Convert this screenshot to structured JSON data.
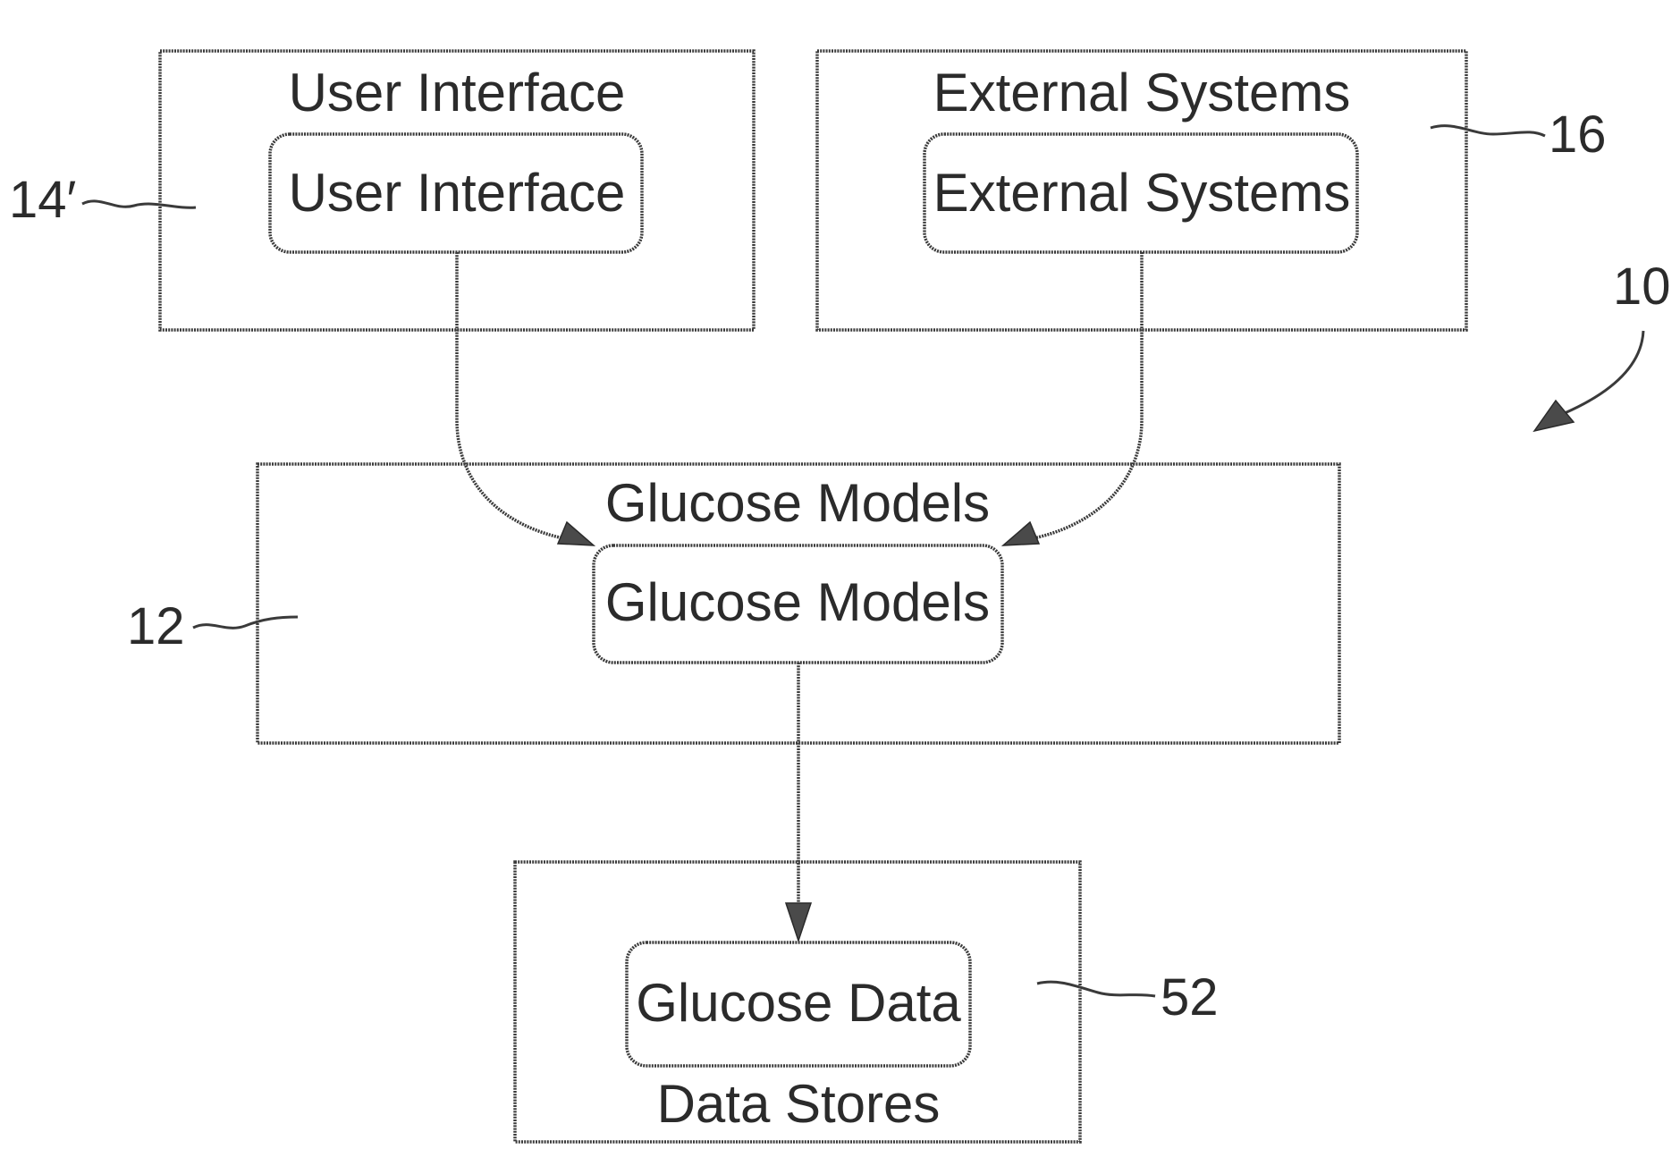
{
  "blocks": {
    "user_interface": {
      "outer_label": "User Interface",
      "inner_label": "User Interface",
      "ref": "14′"
    },
    "external_systems": {
      "outer_label": "External Systems",
      "inner_label": "External Systems",
      "ref": "16"
    },
    "glucose_models": {
      "outer_label": "Glucose Models",
      "inner_label": "Glucose Models",
      "ref": "12"
    },
    "data_stores": {
      "inner_label": "Glucose Data",
      "outer_label": "Data Stores",
      "ref": "52"
    }
  },
  "system_ref": "10",
  "connections": [
    {
      "from": "User Interface",
      "to": "Glucose Models"
    },
    {
      "from": "External Systems",
      "to": "Glucose Models"
    },
    {
      "from": "Glucose Models",
      "to": "Glucose Data"
    }
  ]
}
